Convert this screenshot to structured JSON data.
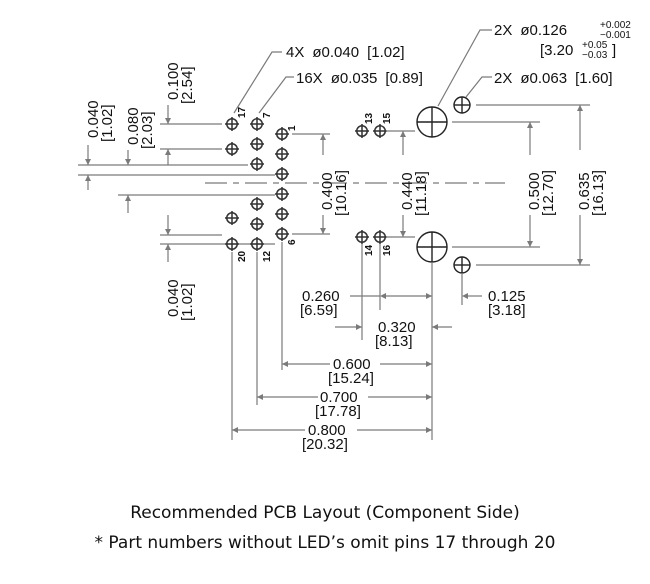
{
  "callouts": {
    "big_hole": {
      "count": "2X",
      "dia": "ø0.126",
      "tol_plus": "+0.002",
      "tol_minus": "−0.001",
      "metric": "3.20",
      "metric_plus": "+0.05",
      "metric_minus": "−0.03"
    },
    "small_hole": {
      "count": "2X",
      "dia": "ø0.063",
      "metric": "[1.60]"
    },
    "led_pin": {
      "count": "4X",
      "dia": "ø0.040",
      "metric": "[1.02]"
    },
    "signal_pin": {
      "count": "16X",
      "dia": "ø0.035",
      "metric": "[0.89]"
    }
  },
  "dimensions": {
    "d0100": {
      "imp": "0.100",
      "met": "[2.54]"
    },
    "d0040_top": {
      "imp": "0.040",
      "met": "[1.02]"
    },
    "d0080": {
      "imp": "0.080",
      "met": "[2.03]"
    },
    "d0040_bot": {
      "imp": "0.040",
      "met": "[1.02]"
    },
    "d0400": {
      "imp": "0.400",
      "met": "[10.16]"
    },
    "d0440": {
      "imp": "0.440",
      "met": "[11.18]"
    },
    "d0500": {
      "imp": "0.500",
      "met": "[12.70]"
    },
    "d0635": {
      "imp": "0.635",
      "met": "[16.13]"
    },
    "d0260": {
      "imp": "0.260",
      "met": "[6.59]"
    },
    "d0320": {
      "imp": "0.320",
      "met": "[8.13]"
    },
    "d0125": {
      "imp": "0.125",
      "met": "[3.18]"
    },
    "d0600": {
      "imp": "0.600",
      "met": "[15.24]"
    },
    "d0700": {
      "imp": "0.700",
      "met": "[17.78]"
    },
    "d0800": {
      "imp": "0.800",
      "met": "[20.32]"
    }
  },
  "pin_labels": {
    "p1": "1",
    "p6": "6",
    "p7": "7",
    "p12": "12",
    "p13": "13",
    "p14": "14",
    "p15": "15",
    "p16": "16",
    "p17": "17",
    "p20": "20"
  },
  "captions": {
    "title": "Recommended PCB Layout (Component Side)",
    "note": "* Part numbers without LED’s omit pins 17 through 20"
  }
}
